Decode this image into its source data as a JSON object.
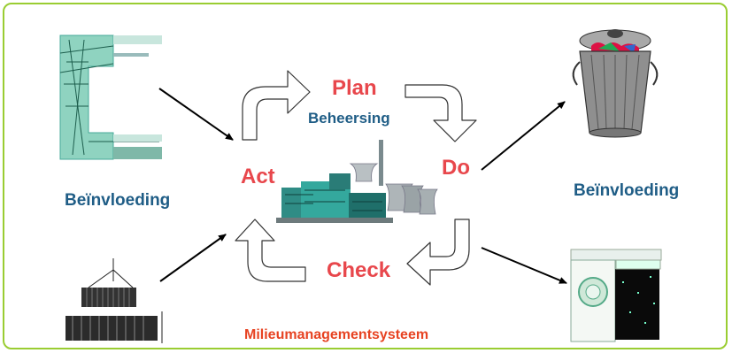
{
  "cycle": {
    "plan": "Plan",
    "do": "Do",
    "check": "Check",
    "act": "Act",
    "center_label": "Beheersing"
  },
  "left_label": "Beïnvloeding",
  "right_label": "Beïnvloeding",
  "bottom_label": "Milieumanagementsysteem",
  "colors": {
    "border": "#9acd32",
    "pdca_text": "#e8474c",
    "blue_text": "#1f5d86",
    "bottom_text": "#e74322"
  },
  "icons": {
    "top_left": "power-lines-icon",
    "bottom_left": "shipping-containers-icon",
    "center": "power-plant-icon",
    "top_right": "trash-can-icon",
    "bottom_right": "washing-machine-icon"
  }
}
